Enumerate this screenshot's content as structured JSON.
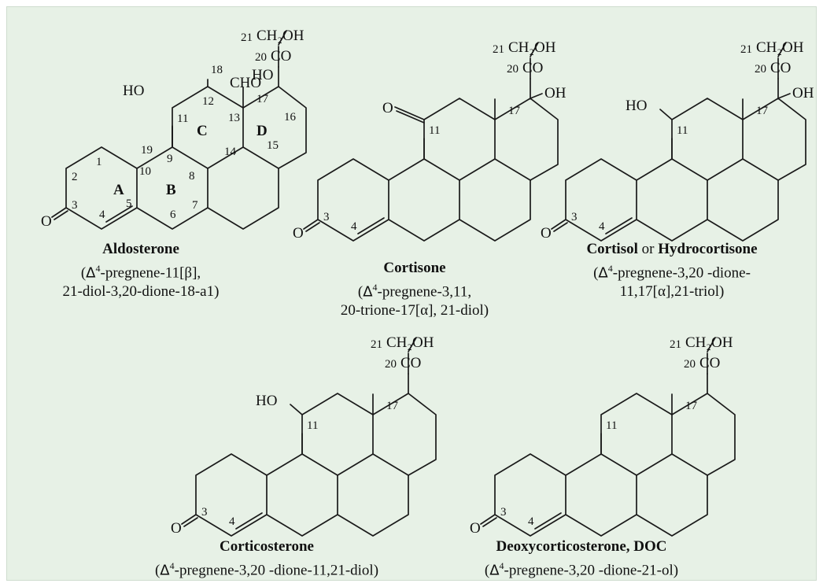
{
  "aldosterone": {
    "name": "Aldosterone",
    "delta": "Δ",
    "sup": "4",
    "line1": "-pregnene-11[β],",
    "line2": "21-diol-3,20-dione-18-a1)",
    "ring_labels": [
      "A",
      "B",
      "C",
      "D"
    ],
    "groups": {
      "ho": "HO",
      "cho": "CHO",
      "ho17": "HO",
      "co": "CO",
      "ch2oh": "CH₂OH",
      "oxo": "O"
    },
    "numbers": [
      "1",
      "2",
      "3",
      "4",
      "5",
      "6",
      "7",
      "8",
      "9",
      "10",
      "11",
      "12",
      "13",
      "14",
      "15",
      "16",
      "17",
      "18",
      "19",
      "20",
      "21"
    ]
  },
  "cortisone": {
    "name": "Cortisone",
    "delta": "Δ",
    "sup": "4",
    "line1": "-pregnene-3,11,",
    "line2": "20-trione-17[α], 21-diol)",
    "groups": {
      "oxo11": "O",
      "oh": "OH",
      "co": "CO",
      "ch2oh": "CH₂OH",
      "oxo": "O"
    },
    "numbers": [
      "3",
      "4",
      "11",
      "17",
      "20",
      "21"
    ]
  },
  "cortisol": {
    "name": "Cortisol",
    "connector": " or ",
    "name2": "Hydrocortisone",
    "delta": "Δ",
    "sup": "4",
    "line1": "-pregnene-3,20 -dione-",
    "line2": "11,17[α],21-triol)",
    "groups": {
      "ho": "HO",
      "oh": "OH",
      "co": "CO",
      "ch2oh": "CH₂OH",
      "oxo": "O"
    },
    "numbers": [
      "3",
      "4",
      "11",
      "17",
      "20",
      "21"
    ]
  },
  "corticosterone": {
    "name": "Corticosterone",
    "delta": "Δ",
    "sup": "4",
    "line1": "-pregnene-3,20 -dione-11,21-diol)",
    "groups": {
      "ho": "HO",
      "co": "CO",
      "ch2oh": "CH₂OH",
      "oxo": "O"
    },
    "numbers": [
      "3",
      "4",
      "11",
      "17",
      "20",
      "21"
    ]
  },
  "doc": {
    "name": "Deoxycorticosterone, DOC",
    "delta": "Δ",
    "sup": "4",
    "line1": "-pregnene-3,20 -dione-21-ol)",
    "groups": {
      "co": "CO",
      "ch2oh": "CH₂OH",
      "oxo": "O"
    },
    "numbers": [
      "3",
      "4",
      "11",
      "17",
      "20",
      "21"
    ]
  },
  "colors": {
    "panel": "#e7f1e6",
    "ink": "#111111"
  }
}
